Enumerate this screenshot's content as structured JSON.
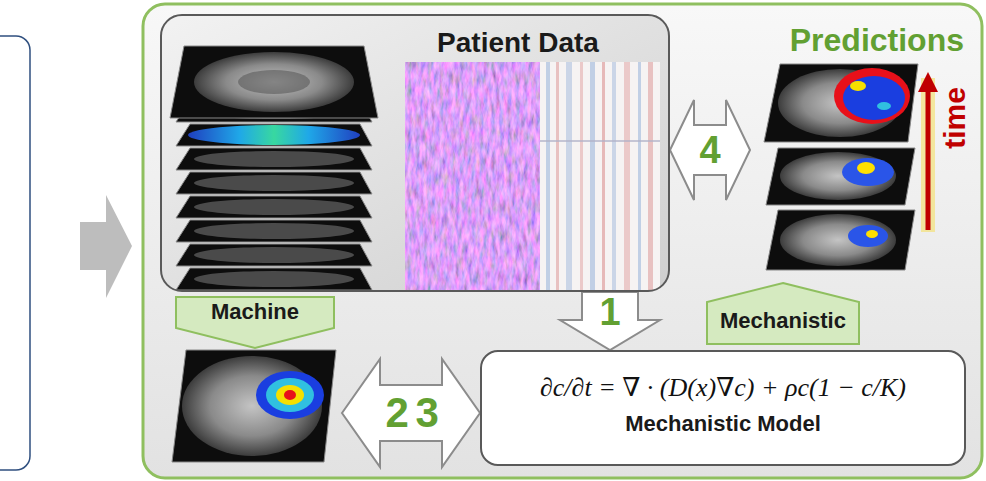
{
  "diagram": {
    "nodes": [
      {
        "text": [
          "Patient Data"
        ]
      },
      {
        "text": [
          "Predictions"
        ]
      },
      {
        "text": [
          "Machine"
        ]
      },
      {
        "text": [
          "Mechanistic"
        ]
      },
      {
        "text": [
          "∂c/∂t = ∇ · (D(x)∇c) + ρc(1 − c/K)",
          "Mechanistic Model"
        ]
      }
    ],
    "edges": [
      {
        "from": 0,
        "to": 4,
        "arrow": "to",
        "label": "1"
      },
      {
        "from": 2,
        "to": 4,
        "arrow": "both",
        "label": "2"
      },
      {
        "from": 0,
        "to": 1,
        "arrow": "both",
        "label": "4"
      }
    ],
    "labels": [
      "3",
      "time"
    ]
  }
}
